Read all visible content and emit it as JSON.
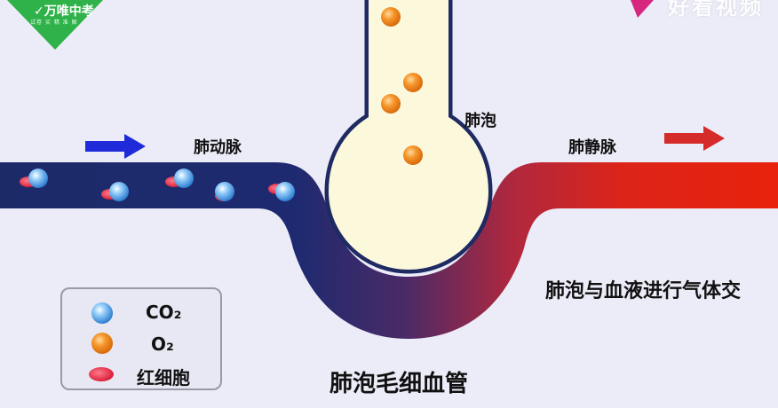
{
  "labels": {
    "pulmonary_artery": "肺动脉",
    "alveolus": "肺泡",
    "pulmonary_vein": "肺静脉",
    "exchange": "肺泡与血液进行气体交",
    "capillary": "肺泡毛细血管"
  },
  "legend": {
    "co2": "CO₂",
    "o2": "O₂",
    "rbc": "红细胞"
  },
  "logo": {
    "text": "✓万唯中考",
    "sub": "试卷 买 精 准 解"
  },
  "watermark": {
    "text": "好看视频"
  },
  "colors": {
    "background": "#ececf8",
    "vessel_dark": "#1a2766",
    "vessel_red": "#e02010",
    "alveolus_fill": "#fbf6d2",
    "arrow_blue": "#1f2bd9",
    "arrow_red": "#d52b2b",
    "o2_orange": "#f08a1e",
    "co2_blue": "#5aa8ec",
    "rbc_red": "#e8203a",
    "logo_green": "#2fb24a",
    "watermark_pink": "#d6267e"
  },
  "icons": {
    "flow_in": "arrow-right-icon",
    "flow_out": "arrow-right-icon",
    "logo_check": "check-icon"
  }
}
